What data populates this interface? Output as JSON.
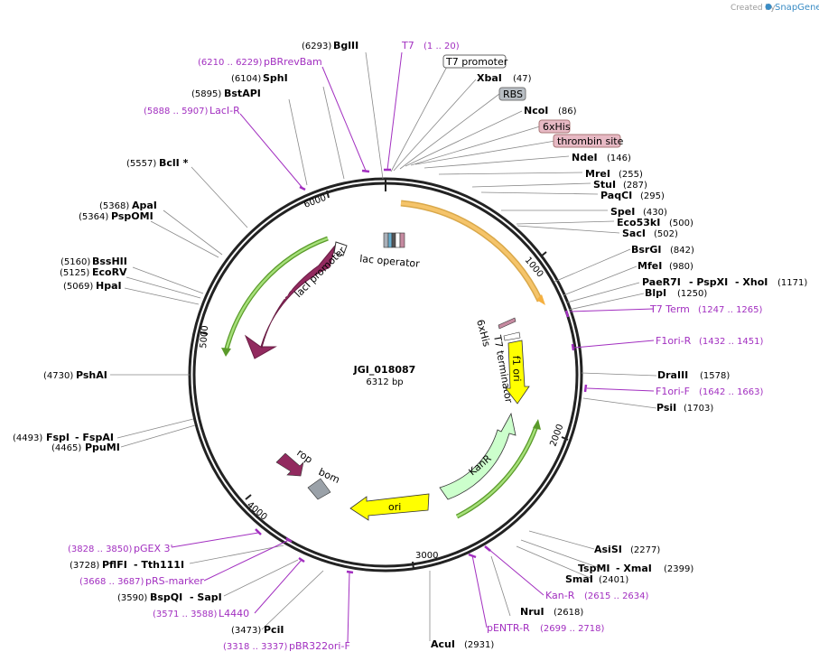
{
  "credit": {
    "prefix": "Created by",
    "brand": "SnapGene"
  },
  "plasmid": {
    "name": "JGI_018087",
    "size": "6312 bp"
  },
  "ticks": [
    "1000",
    "2000",
    "3000",
    "4000",
    "5000",
    "6000"
  ],
  "features": {
    "lacI": "lacI",
    "lacI_promoter": "lacI promoter",
    "lac_operator": "lac operator",
    "sixhis": "6xHis",
    "t7_terminator": "T7 terminator",
    "f1_ori": "f1 ori",
    "kanr": "KanR",
    "ori": "ori",
    "rop": "rop",
    "bom": "bom"
  },
  "boxed_labels": {
    "t7_promoter": "T7 promoter",
    "rbs": "RBS",
    "sixhis": "6xHis",
    "thrombin": "thrombin site"
  },
  "sites": {
    "bglii": {
      "name": "BglII",
      "pos": "(6293)"
    },
    "sphi": {
      "name": "SphI",
      "pos": "(6104)"
    },
    "bstapi": {
      "name": "BstAPI",
      "pos": "(5895)"
    },
    "bcli": {
      "name": "BclI *",
      "pos": "(5557)"
    },
    "apai": {
      "name": "ApaI",
      "pos": "(5368)"
    },
    "pspomi": {
      "name": "PspOMI",
      "pos": "(5364)"
    },
    "bsshii": {
      "name": "BssHII",
      "pos": "(5160)"
    },
    "ecorv": {
      "name": "EcoRV",
      "pos": "(5125)"
    },
    "hpai": {
      "name": "HpaI",
      "pos": "(5069)"
    },
    "pshai": {
      "name": "PshAI",
      "pos": "(4730)"
    },
    "fspi": {
      "name": "FspI",
      "name2": "- FspAI",
      "pos": "(4493)"
    },
    "ppumi": {
      "name": "PpuMI",
      "pos": "(4465)"
    },
    "pflfi": {
      "name": "PflFI",
      "name2": "- Tth111I",
      "pos": "(3728)"
    },
    "bspqi": {
      "name": "BspQI",
      "name2": "- SapI",
      "pos": "(3590)"
    },
    "pcii": {
      "name": "PciI",
      "pos": "(3473)"
    },
    "acui": {
      "name": "AcuI",
      "pos": "(2931)"
    },
    "xbai": {
      "name": "XbaI",
      "pos": "(47)"
    },
    "ncoi": {
      "name": "NcoI",
      "pos": "(86)"
    },
    "ndei": {
      "name": "NdeI",
      "pos": "(146)"
    },
    "mrei": {
      "name": "MreI",
      "pos": "(255)"
    },
    "stui": {
      "name": "StuI",
      "pos": "(287)"
    },
    "paqci": {
      "name": "PaqCI",
      "pos": "(295)"
    },
    "spei": {
      "name": "SpeI",
      "pos": "(430)"
    },
    "eco53ki": {
      "name": "Eco53kI",
      "pos": "(500)"
    },
    "saci": {
      "name": "SacI",
      "pos": "(502)"
    },
    "bsrgi": {
      "name": "BsrGI",
      "pos": "(842)"
    },
    "mfei": {
      "name": "MfeI",
      "pos": "(980)"
    },
    "paer7i": {
      "name": "PaeR7I",
      "name2": "- PspXI",
      "name3": "- XhoI",
      "pos": "(1171)"
    },
    "blpi": {
      "name": "BlpI",
      "pos": "(1250)"
    },
    "draiii": {
      "name": "DraIII",
      "pos": "(1578)"
    },
    "psii": {
      "name": "PsiI",
      "pos": "(1703)"
    },
    "asisi": {
      "name": "AsiSI",
      "pos": "(2277)"
    },
    "tspmi": {
      "name": "TspMI",
      "name2": "- XmaI",
      "pos": "(2399)"
    },
    "smai": {
      "name": "SmaI",
      "pos": "(2401)"
    },
    "nrui": {
      "name": "NruI",
      "pos": "(2618)"
    }
  },
  "primers": {
    "t7": {
      "name": "T7",
      "pos": "(1 .. 20)"
    },
    "pbrrevbam": {
      "name": "pBRrevBam",
      "pos": "(6210 .. 6229)"
    },
    "laci_r": {
      "name": "LacI-R",
      "pos": "(5888 .. 5907)"
    },
    "t7term": {
      "name": "T7 Term",
      "pos": "(1247 .. 1265)"
    },
    "f1ori_r": {
      "name": "F1ori-R",
      "pos": "(1432 .. 1451)"
    },
    "f1ori_f": {
      "name": "F1ori-F",
      "pos": "(1642 .. 1663)"
    },
    "kan_r": {
      "name": "Kan-R",
      "pos": "(2615 .. 2634)"
    },
    "pentr_r": {
      "name": "pENTR-R",
      "pos": "(2699 .. 2718)"
    },
    "pgex3": {
      "name": "pGEX 3'",
      "pos": "(3828 .. 3850)"
    },
    "prs_marker": {
      "name": "pRS-marker",
      "pos": "(3668 .. 3687)"
    },
    "l4440": {
      "name": "L4440",
      "pos": "(3571 .. 3588)"
    },
    "pbr322ori_f": {
      "name": "pBR322ori-F",
      "pos": "(3318 .. 3337)"
    }
  },
  "colors": {
    "backbone": "#222222",
    "primer": "#a22fc0",
    "laci": "#922a5f",
    "t7_orange": "#f5b040",
    "green": "#7ec645",
    "f1ori": "#ffff00",
    "kanr": "#ccffcc",
    "rbs_box": "#b8bec4",
    "his_box": "#e7b9c4",
    "bom": "#9aa1a8"
  }
}
